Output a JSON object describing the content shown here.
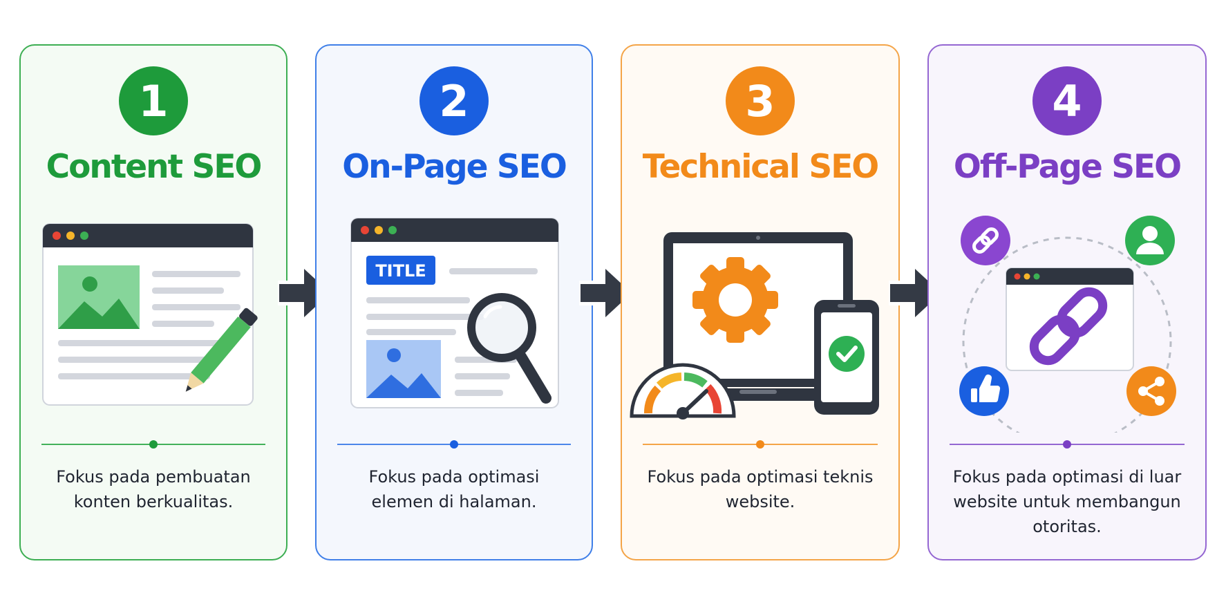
{
  "cards": [
    {
      "number": "1",
      "title": "Content SEO",
      "color": "#1e9b3b",
      "desc_lines": [
        "Fokus pada pembuatan",
        "konten berkualitas."
      ]
    },
    {
      "number": "2",
      "title": "On-Page SEO",
      "color": "#1a5fe0",
      "label": "TITLE",
      "desc_lines": [
        "Fokus pada optimasi",
        "elemen di halaman."
      ]
    },
    {
      "number": "3",
      "title": "Technical SEO",
      "color": "#f28a1a",
      "desc_lines": [
        "Fokus pada optimasi teknis",
        "website."
      ]
    },
    {
      "number": "4",
      "title": "Off-Page SEO",
      "color": "#7b3fc4",
      "desc_lines": [
        "Fokus pada optimasi di luar",
        "website untuk membangun",
        "otoritas."
      ]
    }
  ],
  "icons": {
    "card1": [
      "browser-icon",
      "image-icon",
      "pencil-icon"
    ],
    "card2": [
      "browser-icon",
      "image-icon",
      "magnifier-icon"
    ],
    "card3": [
      "laptop-icon",
      "gear-icon",
      "smartphone-icon",
      "check-icon",
      "speedometer-icon"
    ],
    "card4": [
      "browser-icon",
      "link-icon",
      "user-icon",
      "thumbs-up-icon",
      "share-icon"
    ],
    "connector": "arrow-right-icon"
  }
}
